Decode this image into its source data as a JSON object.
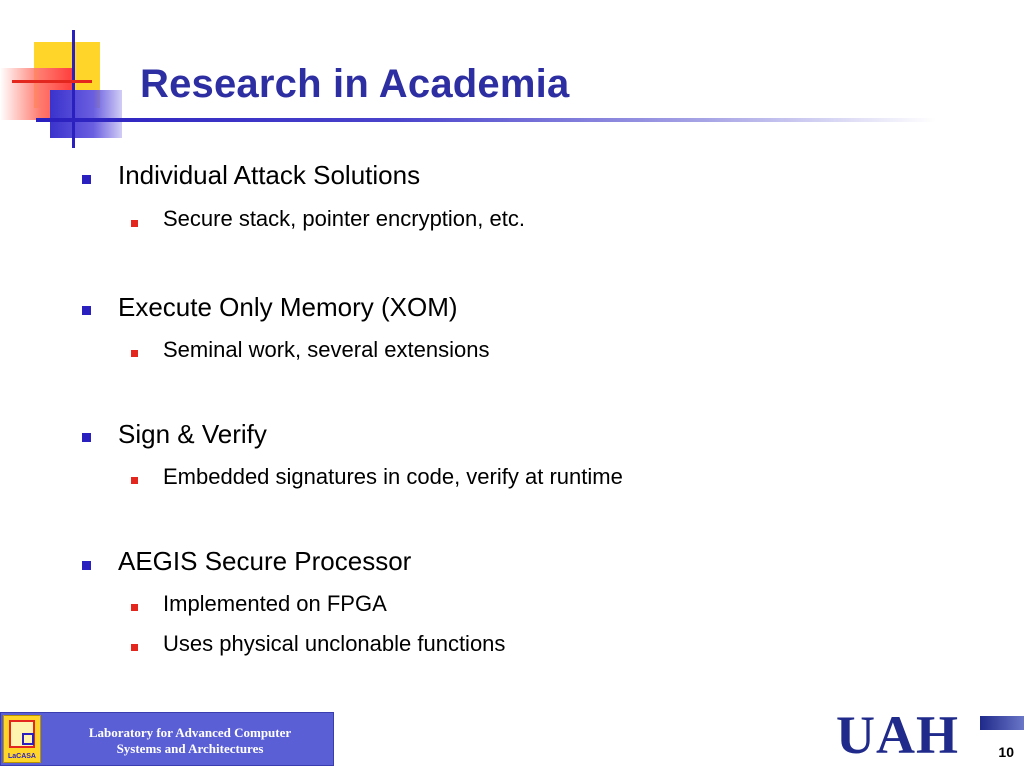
{
  "slide": {
    "title": "Research in Academia",
    "bullets": [
      {
        "text": "Individual Attack Solutions",
        "subs": [
          "Secure stack, pointer encryption, etc."
        ]
      },
      {
        "text": "Execute Only Memory (XOM)",
        "subs": [
          "Seminal work, several extensions"
        ]
      },
      {
        "text": "Sign & Verify",
        "subs": [
          "Embedded signatures in code, verify at runtime"
        ]
      },
      {
        "text": "AEGIS Secure Processor",
        "subs": [
          "Implemented on FPGA",
          "Uses physical unclonable functions"
        ]
      }
    ]
  },
  "footer": {
    "lab_line1": "Laboratory for Advanced Computer",
    "lab_line2": "Systems and Architectures",
    "logo_label": "LaCASA",
    "university_logo": "UAH",
    "page_number": "10"
  },
  "colors": {
    "title": "#2e2ea3",
    "bullet_level1": "#2a1fbf",
    "bullet_level2": "#e3261e",
    "footer_box": "#5b5fd6"
  }
}
